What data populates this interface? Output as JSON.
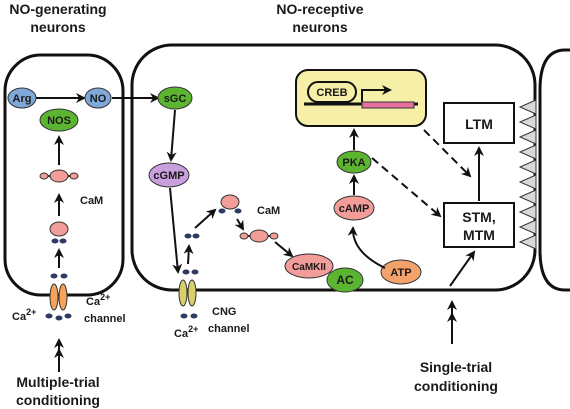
{
  "labels": {
    "no_generating": [
      "NO-generating",
      "neurons"
    ],
    "no_receptive": [
      "NO-receptive",
      "neurons"
    ],
    "multiple_trial": [
      "Multiple-trial",
      "conditioning"
    ],
    "single_trial": [
      "Single-trial",
      "conditioning"
    ],
    "ca_channel_ca": "Ca",
    "ca_channel_sup": "2+",
    "ca_channel_word_ca": "Ca",
    "ca_channel_word_sup": "2+",
    "ca_channel_word": "channel",
    "cng_ca": "Ca",
    "cng_sup": "2+",
    "cng": [
      "CNG",
      "channel"
    ]
  },
  "nodes": {
    "arg": "Arg",
    "no": "NO",
    "nos": "NOS",
    "cam_left": "CaM",
    "sgc": "sGC",
    "cgmp": "cGMP",
    "cam_right": "CaM",
    "camkii": "CaMKII",
    "ac": "AC",
    "atp": "ATP",
    "camp": "cAMP",
    "pka": "PKA",
    "creb": "CREB",
    "ltm": "LTM",
    "stm_mtm": [
      "STM,",
      "MTM"
    ]
  },
  "colors": {
    "blue": "#7fa7d8",
    "green": "#5cb531",
    "pink": "#f29d99",
    "purple": "#c9a0dc",
    "orange": "#f4a26b",
    "yellow": "#f5efa8",
    "channel": "#f5a35b",
    "cng_channel": "#d8cf6a"
  }
}
